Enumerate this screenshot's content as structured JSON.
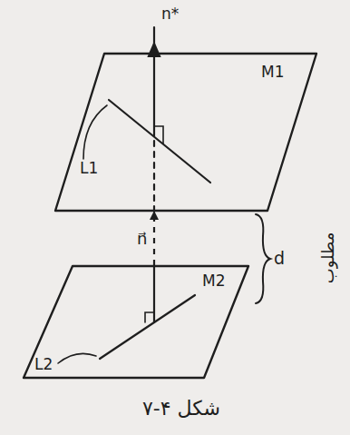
{
  "diagram": {
    "caption": "شکل ۴-۷",
    "nodes": [
      {
        "text": [
          "M1"
        ]
      },
      {
        "text": [
          "M2"
        ]
      }
    ],
    "edges": [
      {
        "from": 1,
        "to": 0,
        "arrow": "to",
        "label": "n⃗"
      }
    ],
    "labels": [
      "n*",
      "L1",
      "L2",
      "d",
      "مطلوب"
    ]
  }
}
